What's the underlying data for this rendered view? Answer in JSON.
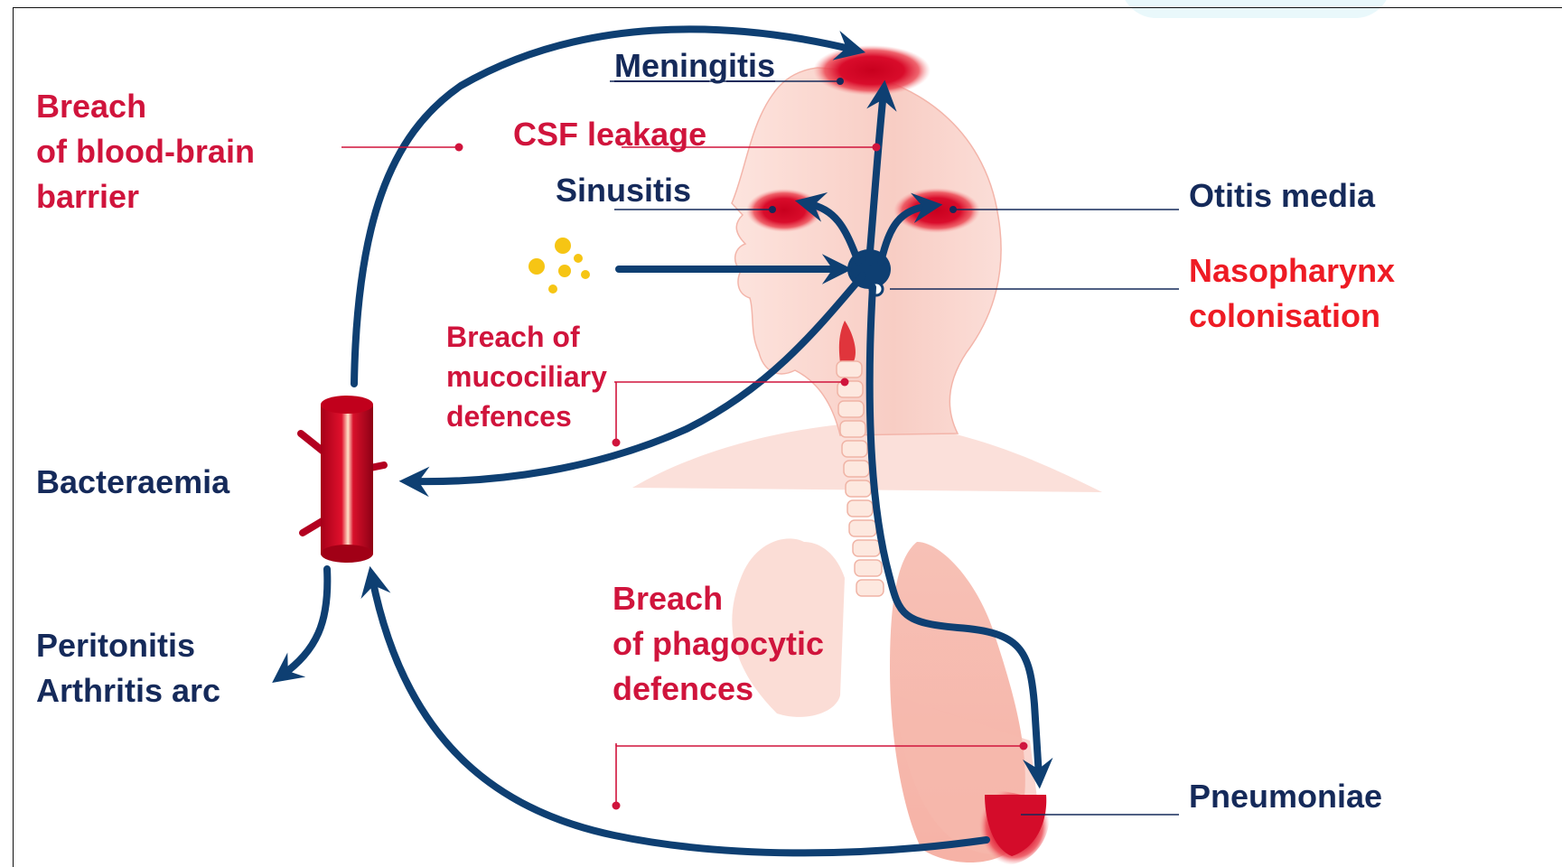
{
  "labels": {
    "meningitis": "Meningitis",
    "csf_leakage": "CSF leakage",
    "sinusitis": "Sinusitis",
    "otitis_media": "Otitis media",
    "nasopharynx": [
      "Nasopharynx",
      "colonisation"
    ],
    "breach_bbb": [
      "Breach",
      "of blood-brain",
      "barrier"
    ],
    "breach_mucociliary": [
      "Breach of",
      "mucociliary",
      "defences"
    ],
    "bacteraemia": "Bacteraemia",
    "peritonitis": [
      "Peritonitis",
      "Arthritis arc"
    ],
    "breach_phagocytic": [
      "Breach",
      "of phagocytic",
      "defences"
    ],
    "pneumoniae": "Pneumoniae"
  },
  "colors": {
    "navy": "#152a5a",
    "arrow": "#0e3f72",
    "red_label": "#d0143c",
    "bright_red": "#ee1b24",
    "infection": "#d40c2a",
    "body": "#f7c6bd",
    "bacteria": "#f6c514"
  }
}
